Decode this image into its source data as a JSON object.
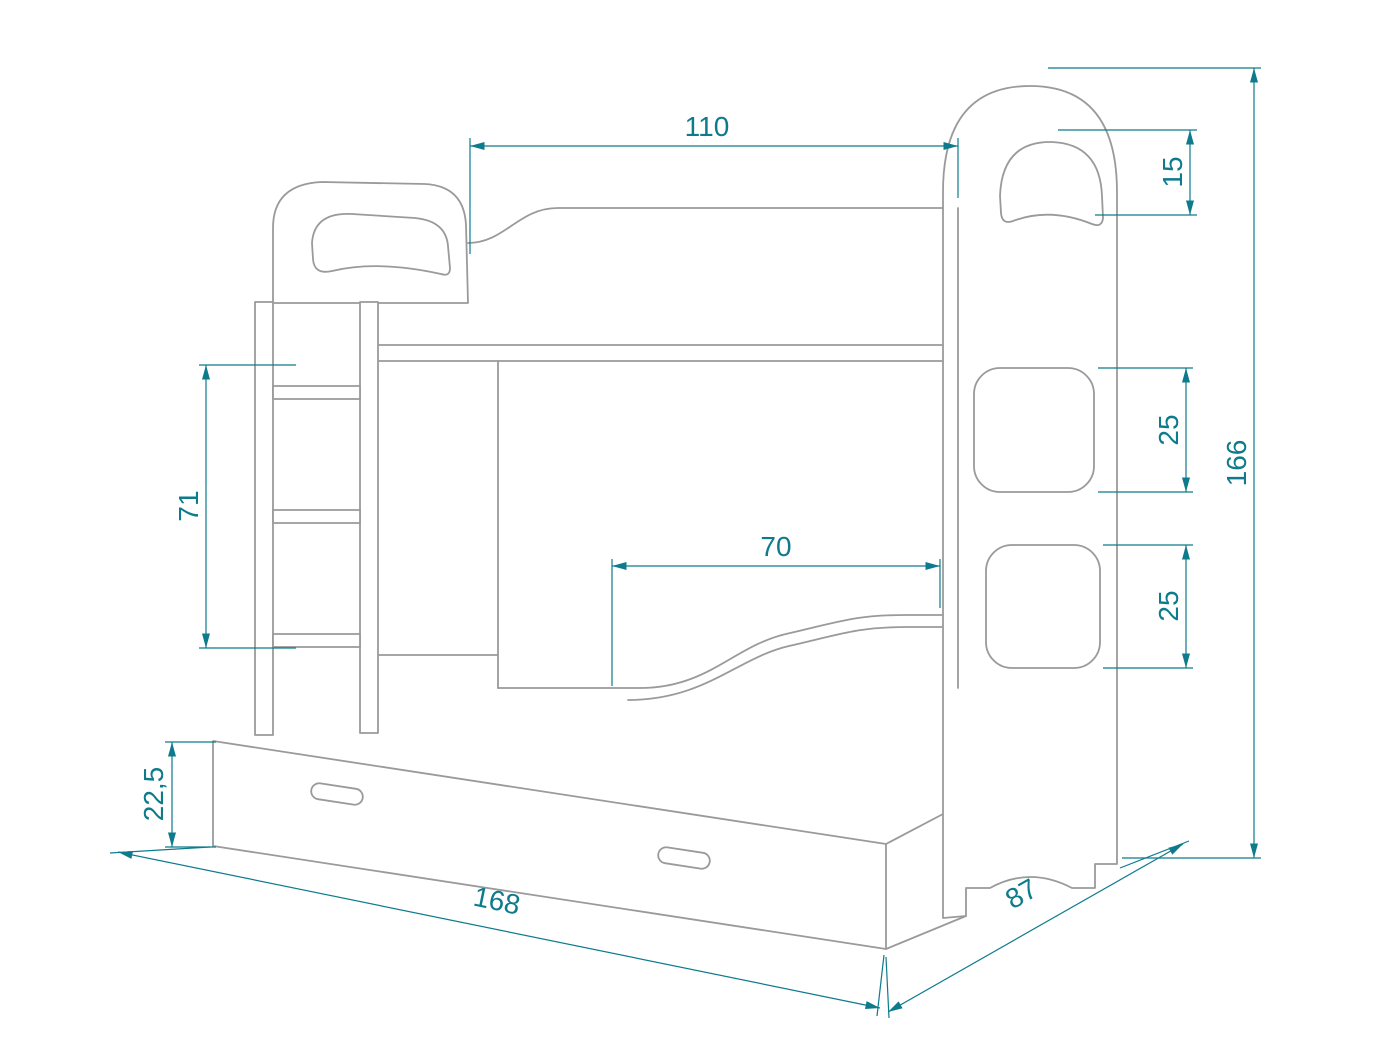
{
  "colors": {
    "background": "#ffffff",
    "structure": "#9a9a9a",
    "dimension": "#0d7b8c"
  },
  "dimensions": {
    "top_bed_length": "110",
    "headboard_cutout_height": "15",
    "total_height": "166",
    "middle_cutout_height": "25",
    "lower_cutout_height": "25",
    "ladder_section_height": "71",
    "bottom_bed_opening": "70",
    "drawer_height": "22,5",
    "total_length": "168",
    "total_depth": "87"
  }
}
